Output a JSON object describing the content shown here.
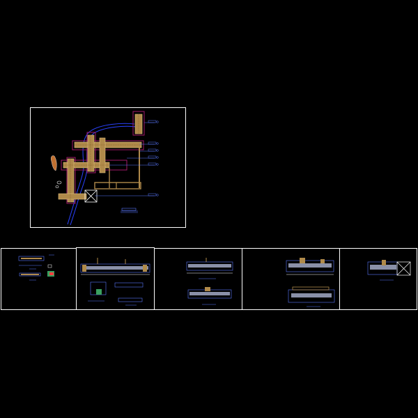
{
  "colors": {
    "background": "#000000",
    "frame": "#ffffff",
    "pier": "#b08a4a",
    "pier_edge": "#e0c080",
    "outline": "#a01a6a",
    "shoreline": "#2a42ff",
    "leader": "#5a78ff",
    "water": "#1a2aa0"
  },
  "sheets": {
    "main_plan": {
      "name": "site-plan-sheet"
    },
    "detail_sheets": [
      {
        "name": "detail-sheet-1"
      },
      {
        "name": "detail-sheet-2"
      },
      {
        "name": "detail-sheet-3"
      },
      {
        "name": "detail-sheet-4"
      },
      {
        "name": "detail-sheet-5"
      }
    ]
  },
  "icons": {
    "boat": "boat-icon",
    "pavilion": "pavilion-cross-icon"
  }
}
